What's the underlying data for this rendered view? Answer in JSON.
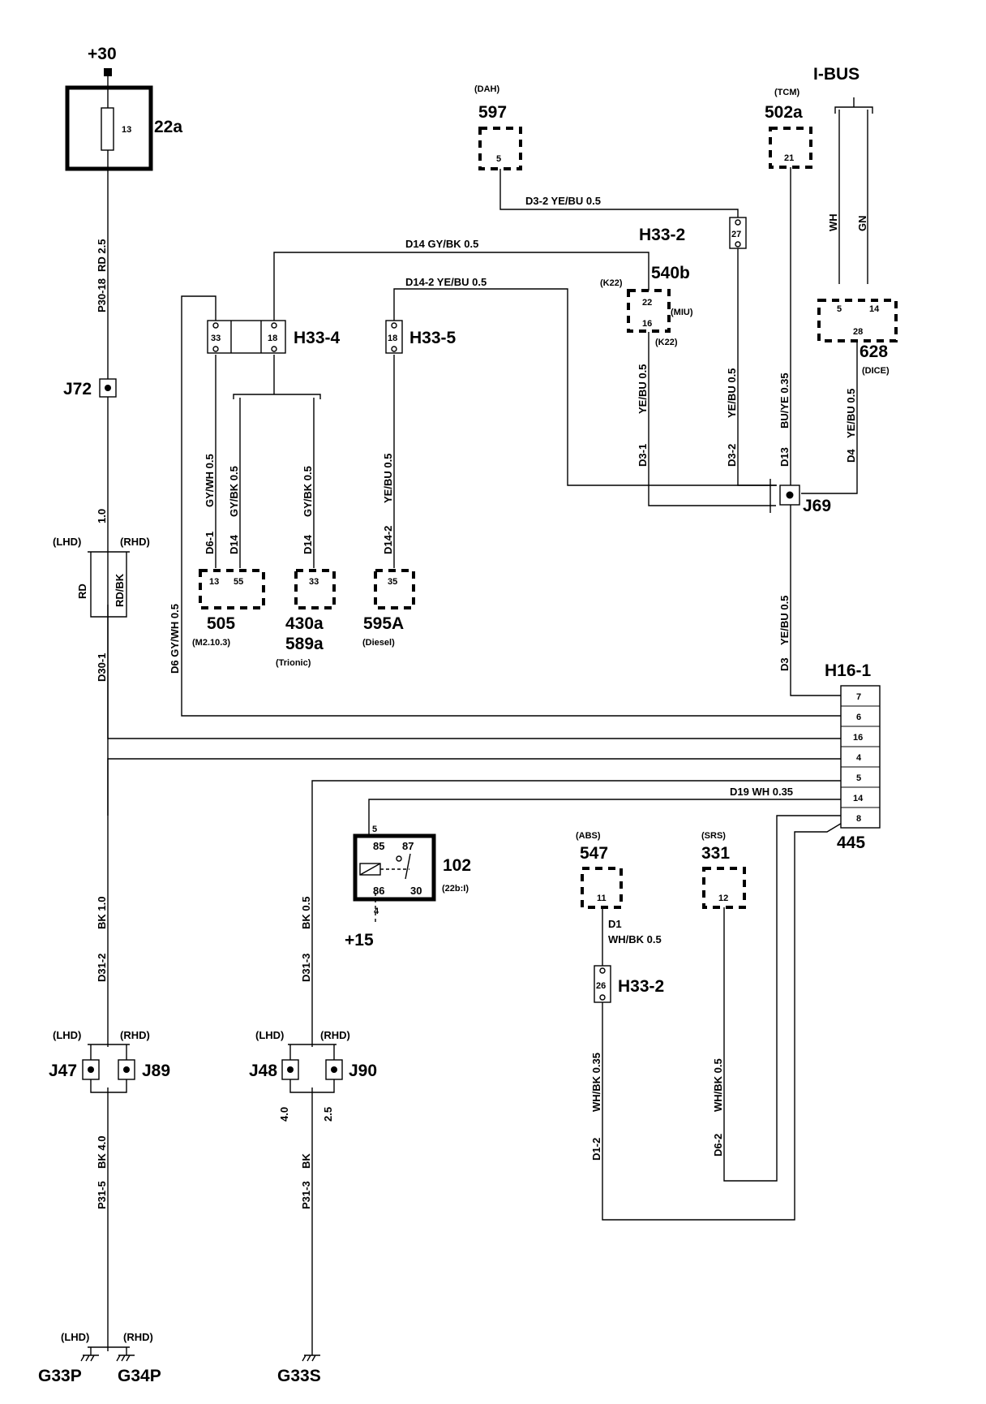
{
  "supply": {
    "plus30": "+30",
    "plus15": "+15"
  },
  "fuse": {
    "id": "22a",
    "number": "13"
  },
  "wires": {
    "p30_18": "P30-18",
    "p30_rd": "RD 2.5",
    "d30_1": "D30-1",
    "d30_gauge": "1.0",
    "d30_rd": "RD",
    "d30_rdbk": "RD/BK",
    "d3_2_top": "D3-2   YE/BU  0.5",
    "d14_top": "D14    GY/BK  0.5",
    "d14_2_top": "D14-2   YE/BU  0.5",
    "d6_1": "D6-1",
    "d6_1c": "GY/WH  0.5",
    "d14_a": "D14",
    "d14_ac": "GY/BK  0.5",
    "d14_b": "D14",
    "d14_bc": "GY/BK  0.5",
    "d14_2": "D14-2",
    "d14_2c": "YE/BU  0.5",
    "d6_left": "D6  GY/WH 0.5",
    "d3_1": "D3-1",
    "d3_1c": "YE/BU  0.5",
    "d3_2": "D3-2",
    "d3_2c": "YE/BU  0.5",
    "d13": "D13",
    "d13c": "BU/YE  0.35",
    "d4": "D4",
    "d4c": "YE/BU  0.5",
    "d3": "D3",
    "d3c": "YE/BU  0.5",
    "wh": "WH",
    "gn": "GN",
    "d19": "D19   WH  0.35",
    "d31_2": "D31-2",
    "d31_2c": "BK  1.0",
    "d31_3": "D31-3",
    "d31_3c": "BK  0.5",
    "d1": "D1",
    "d1c": "WH/BK  0.5",
    "d1_2": "D1-2",
    "d1_2c": "WH/BK  0.35",
    "d6_2": "D6-2",
    "d6_2c": "WH/BK  0.5",
    "p31_5": "P31-5",
    "p31_5c": "BK  4.0",
    "p31_3": "P31-3",
    "p31_3c": "BK",
    "g4_0": "4.0",
    "g2_5": "2.5"
  },
  "components": {
    "c597": {
      "id": "597",
      "sub": "(DAH)",
      "pin": "5"
    },
    "c502a": {
      "id": "502a",
      "sub": "(TCM)",
      "pin": "21"
    },
    "ibus": "I-BUS",
    "c540b": {
      "id": "540b",
      "k22a": "(K22)",
      "k22b": "(K22)",
      "miu": "(MIU)",
      "pin_a": "22",
      "pin_b": "16"
    },
    "c628": {
      "id": "628",
      "sub": "(DICE)",
      "pin_a": "5",
      "pin_b": "14",
      "pin_c": "28"
    },
    "c505": {
      "id": "505",
      "sub": "(M2.10.3)",
      "pin_a": "13",
      "pin_b": "55"
    },
    "c430a": {
      "id": "430a",
      "id2": "589a",
      "sub": "(Trionic)",
      "pin": "33"
    },
    "c595a": {
      "id": "595A",
      "sub": "(Diesel)",
      "pin": "35"
    },
    "c547": {
      "id": "547",
      "sub": "(ABS)",
      "pin": "11"
    },
    "c331": {
      "id": "331",
      "sub": "(SRS)",
      "pin": "12"
    },
    "relay102": {
      "id": "102",
      "sub": "(22b:I)",
      "p85": "85",
      "p87": "87",
      "p86": "86",
      "p30": "30",
      "pin5": "5",
      "pin4": "4"
    },
    "c445": {
      "id": "445"
    }
  },
  "connectors": {
    "h33_2_top": {
      "id": "H33-2",
      "pin": "27"
    },
    "h33_4": {
      "id": "H33-4",
      "pin_a": "33",
      "pin_b": "18"
    },
    "h33_5": {
      "id": "H33-5",
      "pin": "18"
    },
    "h33_2_bot": {
      "id": "H33-2",
      "pin": "26"
    },
    "h16_1": {
      "id": "H16-1",
      "pins": [
        "7",
        "6",
        "16",
        "4",
        "5",
        "14",
        "8"
      ]
    }
  },
  "splices": {
    "j72": "J72",
    "j69": "J69",
    "j47": "J47",
    "j89": "J89",
    "j48": "J48",
    "j90": "J90"
  },
  "variants": {
    "lhd": "(LHD)",
    "rhd": "(RHD)"
  },
  "grounds": {
    "g33p": "G33P",
    "g34p": "G34P",
    "g33s": "G33S"
  }
}
